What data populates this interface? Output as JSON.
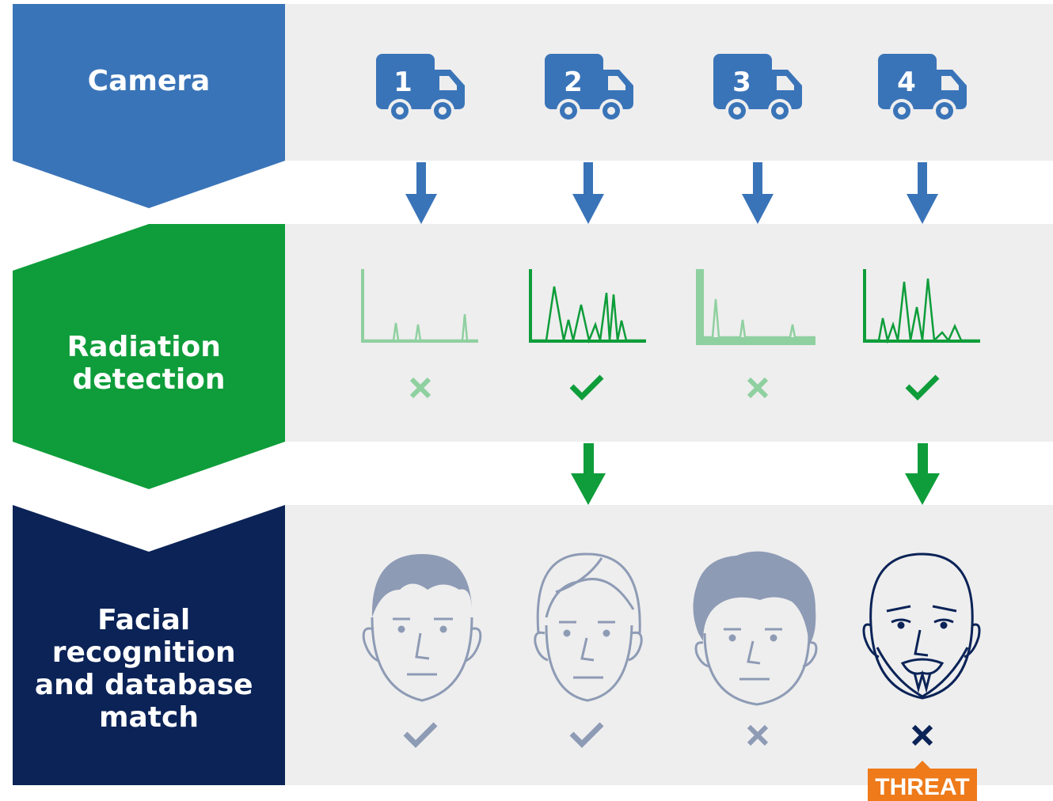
{
  "colors": {
    "camera": "#3a74b8",
    "radiation": "#0e9d3a",
    "radiation_light": "#8fd0a0",
    "facial": "#0b2357",
    "panel": "#eeeeee",
    "face_gray": "#8e9bb5",
    "threat": "#ee7a1a"
  },
  "stages": [
    {
      "label_lines": [
        "Camera"
      ]
    },
    {
      "label_lines": [
        "Radiation",
        "detection"
      ]
    },
    {
      "label_lines": [
        "Facial",
        "recognition",
        "and database",
        "match"
      ]
    }
  ],
  "trucks": [
    {
      "number": "1",
      "icon": "truck-icon"
    },
    {
      "number": "2",
      "icon": "truck-icon"
    },
    {
      "number": "3",
      "icon": "truck-icon"
    },
    {
      "number": "4",
      "icon": "truck-icon"
    }
  ],
  "radiation_results": [
    {
      "vehicle": "1",
      "result": "cross",
      "emphasis": "light"
    },
    {
      "vehicle": "2",
      "result": "check",
      "emphasis": "strong"
    },
    {
      "vehicle": "3",
      "result": "cross",
      "emphasis": "light"
    },
    {
      "vehicle": "4",
      "result": "check",
      "emphasis": "strong"
    }
  ],
  "facial_results": [
    {
      "vehicle": "1",
      "face": "short-hair-man",
      "result": "check"
    },
    {
      "vehicle": "2",
      "face": "side-bangs-woman",
      "result": "check"
    },
    {
      "vehicle": "3",
      "face": "curly-hair-man",
      "result": "cross"
    },
    {
      "vehicle": "4",
      "face": "bald-bearded-man",
      "result": "cross",
      "flag": "THREAT"
    }
  ]
}
